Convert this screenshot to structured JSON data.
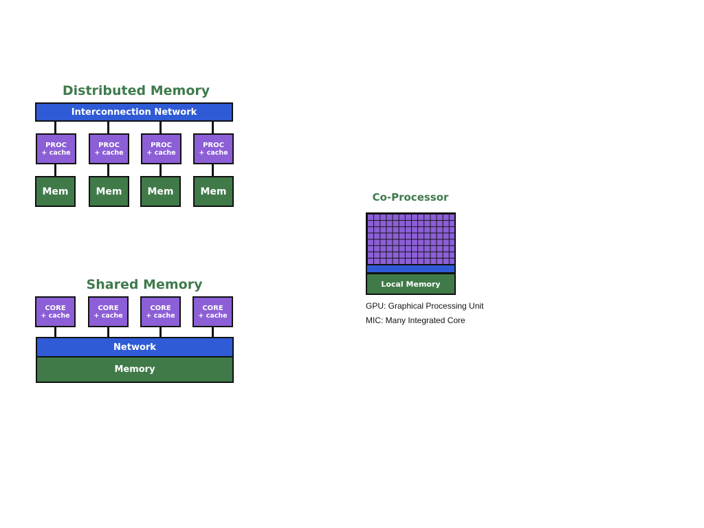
{
  "distributed": {
    "title": "Distributed Memory",
    "network_label": "Interconnection Network",
    "nodes": [
      {
        "proc_line1": "PROC",
        "proc_line2": "+ cache",
        "mem_label": "Mem"
      },
      {
        "proc_line1": "PROC",
        "proc_line2": "+ cache",
        "mem_label": "Mem"
      },
      {
        "proc_line1": "PROC",
        "proc_line2": "+ cache",
        "mem_label": "Mem"
      },
      {
        "proc_line1": "PROC",
        "proc_line2": "+ cache",
        "mem_label": "Mem"
      }
    ]
  },
  "shared": {
    "title": "Shared Memory",
    "cores": [
      {
        "line1": "CORE",
        "line2": "+ cache"
      },
      {
        "line1": "CORE",
        "line2": "+ cache"
      },
      {
        "line1": "CORE",
        "line2": "+ cache"
      },
      {
        "line1": "CORE",
        "line2": "+ cache"
      }
    ],
    "network_label": "Network",
    "memory_label": "Memory"
  },
  "coprocessor": {
    "title": "Co-Processor",
    "local_memory_label": "Local Memory",
    "captions": [
      "GPU: Graphical Processing Unit",
      "MIC: Many Integrated Core"
    ]
  },
  "colors": {
    "heading_green": "#3f7a4c",
    "network_blue": "#2f5bd6",
    "processor_purple": "#8c5fd6",
    "memory_green": "#407a48"
  }
}
